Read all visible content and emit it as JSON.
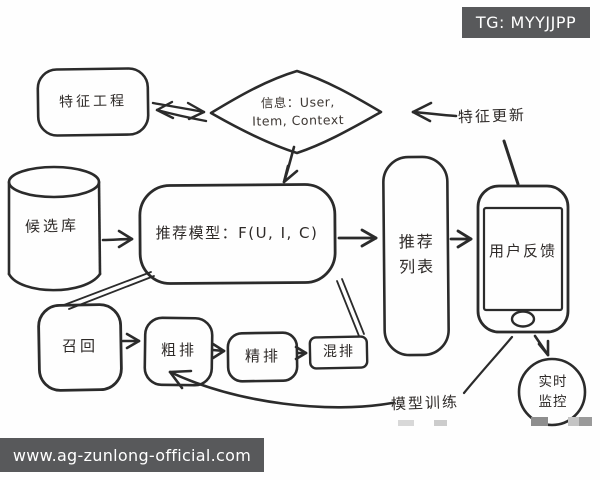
{
  "header": {
    "badge": "TG: MYYJJPP",
    "badge_bg": "#58595b",
    "badge_color": "#ffffff"
  },
  "footer": {
    "url": "www.ag-zunlong-official.com",
    "bg": "#58595b",
    "color": "#ffffff"
  },
  "diagram": {
    "ink_color": "#2b2b2b",
    "background": "#fefefe",
    "nodes": {
      "feature_engineering": {
        "label": "特征工程",
        "shape": "rounded-rect"
      },
      "info": {
        "line1": "信息：User,",
        "line2": "Item, Context",
        "shape": "diamond"
      },
      "candidate_db": {
        "label": "候选库",
        "shape": "cylinder"
      },
      "model": {
        "label": "推荐模型：F(U, I, C)",
        "shape": "rounded-rect"
      },
      "rec_list": {
        "line1": "推荐",
        "line2": "列表",
        "shape": "rounded-rect"
      },
      "user_feedback": {
        "label": "用户反馈",
        "shape": "phone"
      },
      "recall": {
        "label": "召回",
        "shape": "rounded-rect"
      },
      "coarse_rank": {
        "label": "粗排",
        "shape": "rounded-rect"
      },
      "fine_rank": {
        "label": "精排",
        "shape": "rounded-rect"
      },
      "mixed_rank": {
        "label": "混排",
        "shape": "rounded-rect"
      },
      "monitor": {
        "line1": "实时",
        "line2": "监控",
        "shape": "circle"
      }
    },
    "edge_labels": {
      "feature_update": "特征更新",
      "model_training": "模型训练"
    }
  }
}
